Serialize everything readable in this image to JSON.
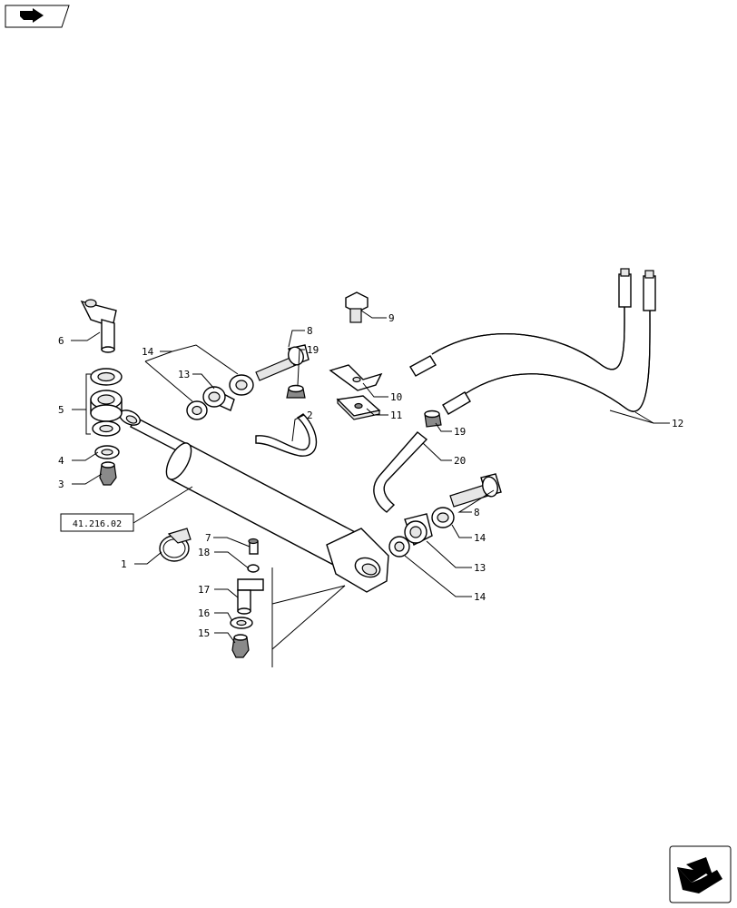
{
  "labels": {
    "l1": "1",
    "l2": "2",
    "l3": "3",
    "l4": "4",
    "l5": "5",
    "l6": "6",
    "l7": "7",
    "l8a": "8",
    "l8b": "8",
    "l9": "9",
    "l10": "10",
    "l11": "11",
    "l12": "12",
    "l13a": "13",
    "l13b": "13",
    "l14a": "14",
    "l14b": "14",
    "l14c": "14",
    "l15": "15",
    "l16": "16",
    "l17": "17",
    "l18": "18",
    "l19a": "19",
    "l19b": "19",
    "l20": "20"
  },
  "reference_box": "41.216.02",
  "icons": {
    "top_left": "previous-page-arrow-icon",
    "bottom_right": "next-page-arrow-icon"
  }
}
